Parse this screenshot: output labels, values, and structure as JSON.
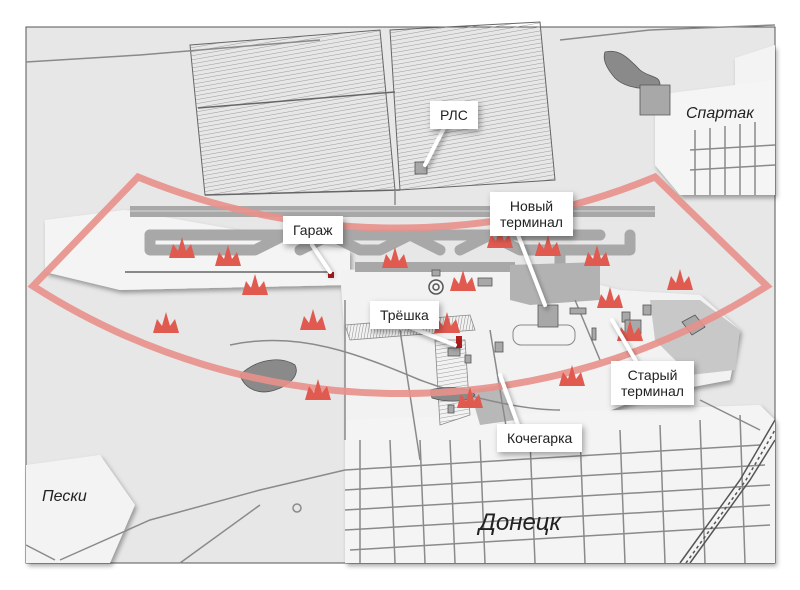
{
  "labels": {
    "rls": "РЛС",
    "garage": "Гараж",
    "new_terminal": [
      "Новый",
      "терминал"
    ],
    "treshka": "Трёшка",
    "old_terminal": [
      "Старый",
      "терминал"
    ],
    "kochegarka": "Кочегарка"
  },
  "places": {
    "spartak": "Спартак",
    "peski": "Пески",
    "donetsk": "Донецк"
  },
  "colors": {
    "arc": "#e8908a",
    "explosion": "#e05a50",
    "building": "#a8a8a8",
    "water": "#888888",
    "road": "#8a8a8a",
    "rail": "#555555"
  },
  "explosions_count": 17
}
